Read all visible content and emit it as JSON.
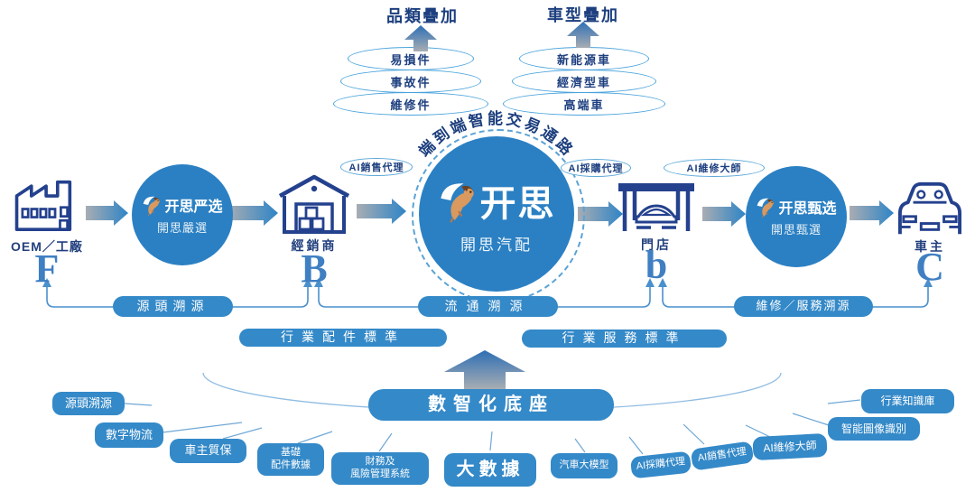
{
  "top_left": {
    "title": "品類疊加",
    "ellipses": [
      "易損件",
      "事故件",
      "維修件"
    ]
  },
  "top_right": {
    "title": "車型疊加",
    "ellipses": [
      "新能源車",
      "經濟型車",
      "高端車"
    ]
  },
  "arc_text": "端到端智能交易通路",
  "nodes": {
    "factory": {
      "label": "OEM／工廠",
      "letter": "F"
    },
    "dealer": {
      "label": "經銷商",
      "letter": "B"
    },
    "store": {
      "label": "門店",
      "letter": "b"
    },
    "owner": {
      "label": "車主",
      "letter": "C"
    }
  },
  "circles": {
    "strict": {
      "line1": "开思严选",
      "line2": "開思嚴選"
    },
    "center": {
      "line1": "开思",
      "line2": "開思汽配"
    },
    "select": {
      "line1": "开思甄选",
      "line2": "開思甄選"
    }
  },
  "ai_labels": {
    "sales": "AI銷售代理",
    "purchase": "AI採購代理",
    "repair": "AI維修大師"
  },
  "trace_pills": {
    "source": "源頭溯源",
    "circulation": "流通溯源",
    "service": "維修／服務溯源"
  },
  "standard_pills": {
    "parts": "行業配件標準",
    "service": "行業服務標準"
  },
  "base_pill": "數智化底座",
  "capabilities": [
    "源頭溯源",
    "數字物流",
    "車主質保",
    "基礎\n配件數據",
    "財務及\n風險管理系統",
    "大數據",
    "汽車大模型",
    "AI採購代理",
    "AI銷售代理",
    "AI維修大師",
    "智能圖像識別",
    "行業知識庫"
  ],
  "colors": {
    "primary_blue": "#2b80c3",
    "pill_blue": "#3489c8",
    "icon_navy": "#24418e",
    "text_navy": "#1d3f7f",
    "letter_blue": "#3f7fc2",
    "outline_blue": "#4aa3dc",
    "arrow_gray": "#a8adb3"
  }
}
